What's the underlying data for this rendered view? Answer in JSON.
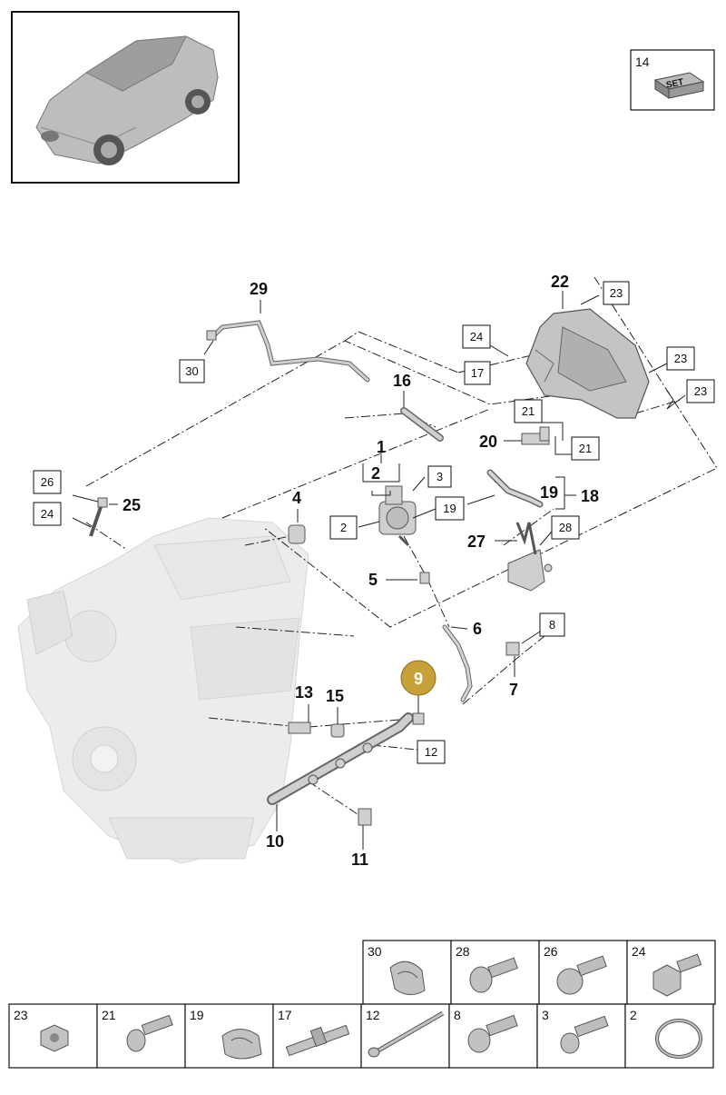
{
  "callouts": {
    "c1": "1",
    "c2": "2",
    "c2box": "2",
    "c3": "3",
    "c4": "4",
    "c5": "5",
    "c6": "6",
    "c7": "7",
    "c8": "8",
    "c9": "9",
    "c10": "10",
    "c11": "11",
    "c12": "12",
    "c13": "13",
    "c14": "14",
    "c15": "15",
    "c16": "16",
    "c17": "17",
    "c18": "18",
    "c19": "19",
    "c19box": "19",
    "c20": "20",
    "c21a": "21",
    "c21b": "21",
    "c22": "22",
    "c23a": "23",
    "c23b": "23",
    "c23c": "23",
    "c24a": "24",
    "c24b": "24",
    "c25": "25",
    "c26": "26",
    "c27": "27",
    "c28": "28",
    "c29": "29",
    "c30": "30"
  },
  "set_badge": "SET",
  "colors": {
    "highlight": "#c7a03a",
    "line": "#222222",
    "part": "#cfcfcf"
  },
  "parts_table": {
    "top_row": [
      "30",
      "28",
      "26",
      "24"
    ],
    "bottom_row": [
      "23",
      "21",
      "19",
      "17",
      "12",
      "8",
      "3",
      "2"
    ]
  }
}
